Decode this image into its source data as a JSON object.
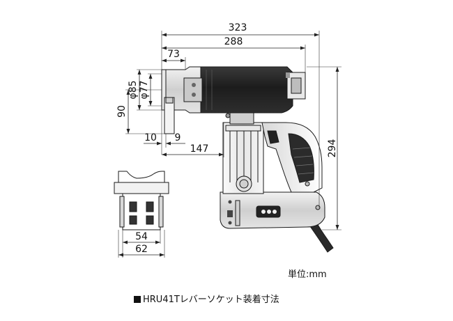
{
  "caption": "HRU41Tレバーソケット装着寸法",
  "unit_label": "単位:mm",
  "dimensions": {
    "overall_length": "323",
    "body_length": "288",
    "head_length": "73",
    "diameter_outer": "φ85",
    "diameter_inner": "φ77",
    "lever_height": "90",
    "offset_10": "10",
    "offset_9": "9",
    "center_to_grip": "147",
    "total_height": "294",
    "socket_inner_width": "54",
    "socket_outer_width": "62"
  }
}
